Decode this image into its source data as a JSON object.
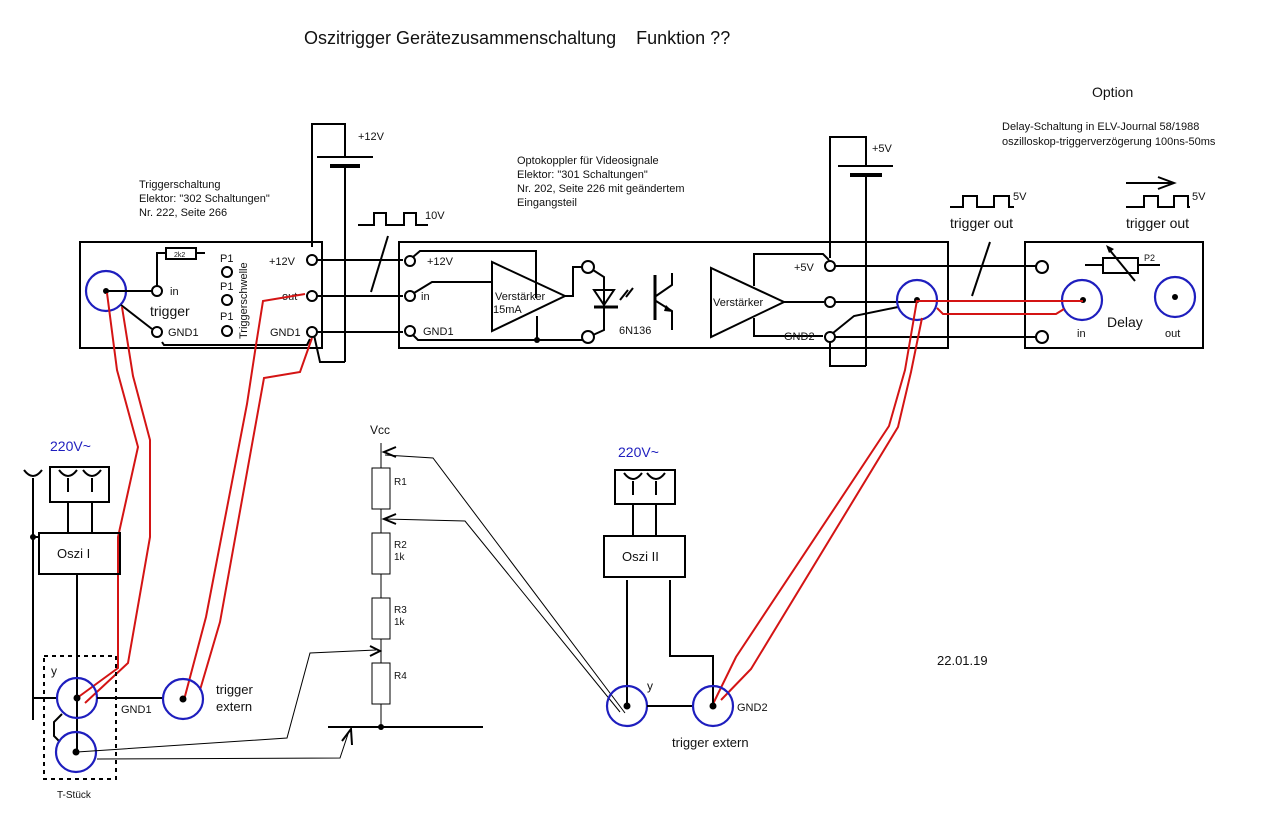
{
  "title": "Oszitrigger Gerätezusammenschaltung    Funktion ??",
  "option_label": "Option",
  "delay_note": [
    "Delay-Schaltung in ELV-Journal 58/1988",
    "oszilloskop-triggerverzögerung 100ns-50ms"
  ],
  "trigger_note": [
    "Triggerschaltung",
    "Elektor: \"302 Schaltungen\"",
    "Nr. 222, Seite 266"
  ],
  "opto_note": [
    "Optokoppler für Videosignale",
    "Elektor: \"301 Schaltungen\"",
    "Nr. 202, Seite 226 mit geändertem",
    "Eingangsteil"
  ],
  "supply_12v": "+12V",
  "supply_5v": "+5V",
  "pulse_10v": "10V",
  "pulse_5v": "5V",
  "pulse_5v_delay": "5V",
  "trigger_out_1": "trigger out",
  "trigger_out_2": "trigger out",
  "trigger_board": {
    "resistor": "2k2",
    "in": "in",
    "trigger": "trigger",
    "gnd1": "GND1",
    "p1": "P1",
    "triggerschwelle": "Triggerschwelle",
    "plus12v": "+12V",
    "out": "out",
    "gnd1_right": "GND1"
  },
  "opto_board": {
    "plus12v": "+12V",
    "in": "in",
    "gnd1": "GND1",
    "amp1": "Verstärker",
    "amp1_current": "15mA",
    "optocoupler": "6N136",
    "amp2": "Verstärker",
    "plus5v": "+5V",
    "gnd2": "GND2"
  },
  "delay_board": {
    "pot": "P2",
    "in": "in",
    "label": "Delay",
    "out": "out"
  },
  "mains_1": "220V~",
  "mains_2": "220V~",
  "oszi_1": "Oszi I",
  "oszi_2": "Oszi II",
  "y_1": "y",
  "y_2": "y",
  "gnd1_bottom": "GND1",
  "trigger_extern_1": [
    "trigger",
    "extern"
  ],
  "trigger_extern_2": "trigger extern",
  "gnd2_bottom": "GND2",
  "t_stueck": "T-Stück",
  "divider": {
    "vcc": "Vcc",
    "resistors": [
      {
        "name": "R1",
        "value": ""
      },
      {
        "name": "R2",
        "value": "1k"
      },
      {
        "name": "R3",
        "value": "1k"
      },
      {
        "name": "R4",
        "value": ""
      }
    ]
  },
  "date": "22.01.19",
  "colors": {
    "line": "#000000",
    "cable": "#d41414",
    "bnc": "#1e1ebe",
    "mains_text": "#1e1ebe"
  }
}
